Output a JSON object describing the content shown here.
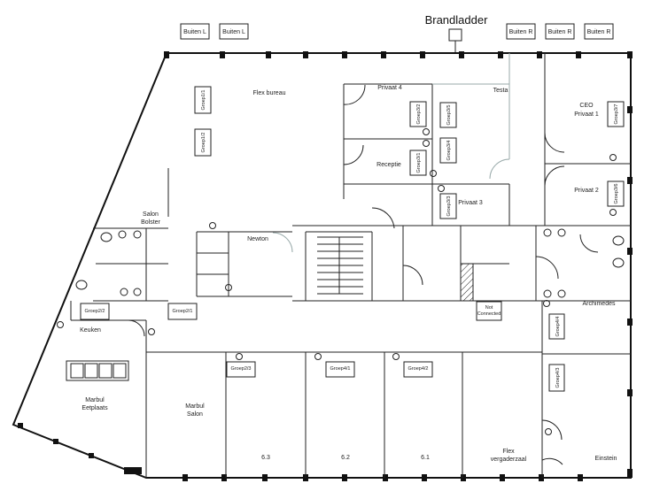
{
  "title": "Brandladder",
  "outside": [
    "Buiten L",
    "Buiten L",
    "Buiten R",
    "Buiten R",
    "Buiten R"
  ],
  "rooms": {
    "flex_bureau": "Flex bureau",
    "privaat4": "Privaat 4",
    "tesla": "Testa",
    "ceo": "CEO",
    "privaat1": "Privaat 1",
    "privaat2": "Privaat 2",
    "privaat3": "Privaat 3",
    "receptie": "Receptie",
    "salon": "Salon",
    "bolster": "Bolster",
    "newton": "Newton",
    "keuken": "Keuken",
    "marbul1": "Marbul",
    "eetplaats": "Eetplaats",
    "marbul2": "Marbul",
    "salon2": "Salon",
    "r63": "6.3",
    "r62": "6.2",
    "r61": "6.1",
    "flex": "Flex",
    "vergaderzaal": "vergaderzaal",
    "einstein": "Einstein",
    "archimedes": "Archimedes",
    "not": "Not",
    "connected": "Connected"
  },
  "groups": [
    "Groep1/1",
    "Groep1/2",
    "Groep3/2",
    "Groep3/5",
    "Groep3/1",
    "Groep3/4",
    "Groep3/3",
    "Groep3/7",
    "Groep3/6",
    "Groep2/2",
    "Groep2/1",
    "Groep2/3",
    "Groep4/1",
    "Groep4/2",
    "Groep4/4",
    "Groep4/3"
  ]
}
